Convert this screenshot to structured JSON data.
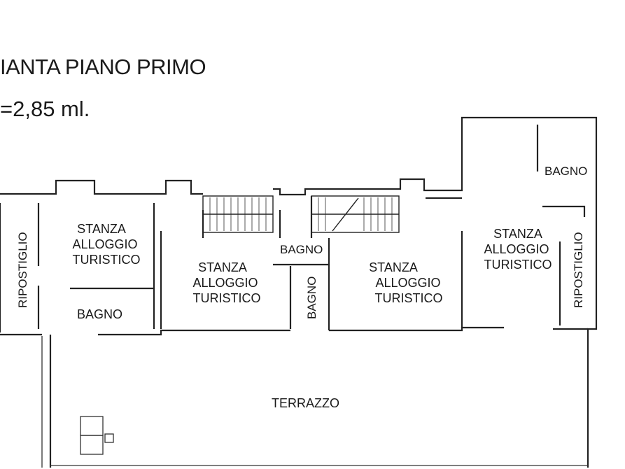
{
  "header": {
    "title": "IANTA PIANO PRIMO",
    "height": "=2,85 ml."
  },
  "rooms": {
    "ripostiglio_left": "RIPOSTIGLIO",
    "stanza_1": [
      "STANZA",
      "ALLOGGIO",
      "TURISTICO"
    ],
    "bagno_1": "BAGNO",
    "stanza_2": [
      "STANZA",
      "ALLOGGIO",
      "TURISTICO"
    ],
    "bagno_2": "BAGNO",
    "bagno_3": "BAGNO",
    "stanza_3": [
      "STANZA",
      "ALLOGGIO",
      "TURISTICO"
    ],
    "bagno_4": "BAGNO",
    "stanza_4": [
      "STANZA",
      "ALLOGGIO",
      "TURISTICO"
    ],
    "ripostiglio_right": "RIPOSTIGLIO",
    "terrazzo": "TERRAZZO"
  }
}
